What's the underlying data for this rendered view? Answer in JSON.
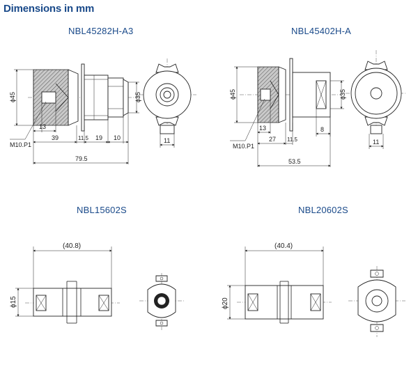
{
  "header": {
    "title": "Dimensions in mm"
  },
  "models": [
    {
      "name": "NBL45282H-A3",
      "dims": {
        "dia_body": "ϕ45",
        "dia_rear": "ϕ35",
        "d13": "13",
        "thread": "M10.P1",
        "d39": "39",
        "d115": "11.5",
        "d19": "19",
        "d10": "10",
        "d795": "79.5",
        "d11": "11"
      }
    },
    {
      "name": "NBL45402H-A",
      "dims": {
        "dia_body": "ϕ45",
        "dia_rear": "ϕ35",
        "d13": "13",
        "thread": "M10.P1",
        "d27": "27",
        "d115": "11.5",
        "d8": "8",
        "d535": "53.5",
        "d11": "11"
      }
    },
    {
      "name": "NBL15602S",
      "dims": {
        "overall": "(40.8)",
        "dia": "ϕ15"
      }
    },
    {
      "name": "NBL20602S",
      "dims": {
        "overall": "(40.4)",
        "dia": "ϕ20"
      }
    }
  ]
}
